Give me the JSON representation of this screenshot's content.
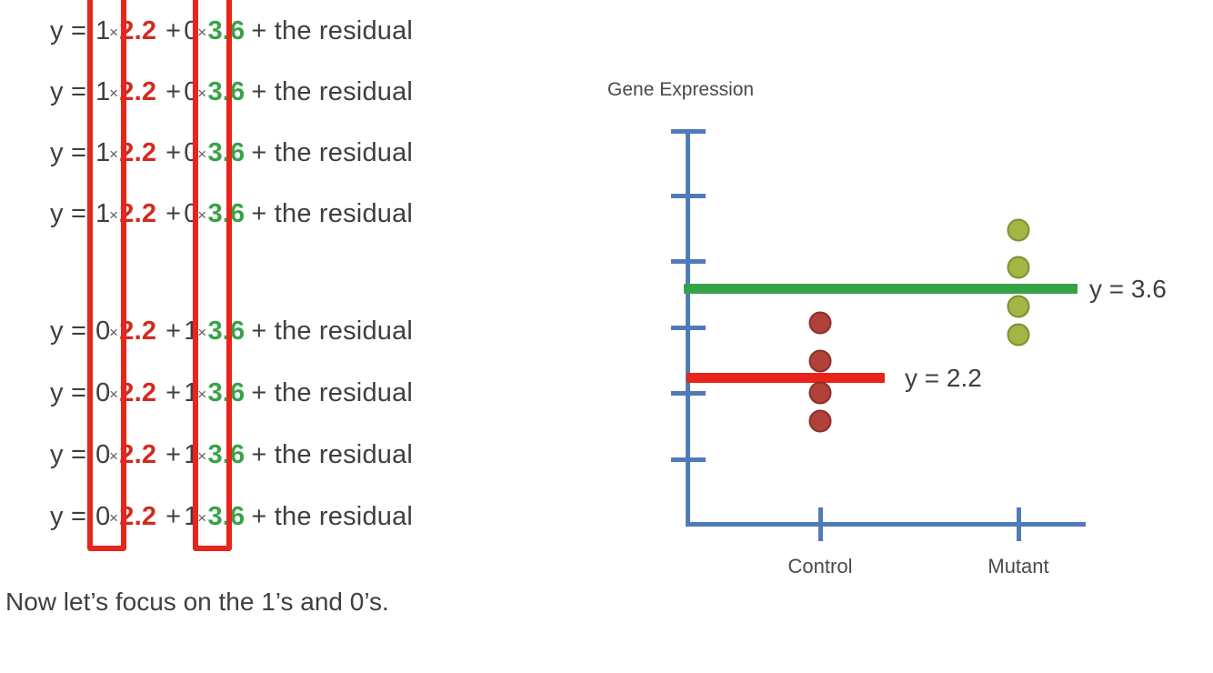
{
  "equations": {
    "lhs": "y =",
    "times": "×",
    "plus": "+",
    "tail": "+ the residual",
    "beta_red": "2.2",
    "beta_green": "3.6",
    "group_control": [
      {
        "coef_red": "1",
        "coef_green": "0"
      },
      {
        "coef_red": "1",
        "coef_green": "0"
      },
      {
        "coef_red": "1",
        "coef_green": "0"
      },
      {
        "coef_red": "1",
        "coef_green": "0"
      }
    ],
    "group_mutant": [
      {
        "coef_red": "0",
        "coef_green": "1"
      },
      {
        "coef_red": "0",
        "coef_green": "1"
      },
      {
        "coef_red": "0",
        "coef_green": "1"
      },
      {
        "coef_red": "0",
        "coef_green": "1"
      }
    ]
  },
  "highlight_boxes": [
    {
      "name": "control-indicator-column-box"
    },
    {
      "name": "mutant-indicator-column-box"
    }
  ],
  "caption": "Now let’s focus on the 1’s and 0’s.",
  "colors": {
    "red_accent": "#d02b1e",
    "green_accent": "#36a348",
    "highlight_box": "#e8241b",
    "axis_blue": "#4f7cb8",
    "control_dot": "#b0413b",
    "mutant_dot": "#a3b643",
    "text": "#3f3f3f"
  },
  "chart_data": {
    "type": "scatter",
    "title": "",
    "ylabel": "Gene Expression",
    "xlabel": "",
    "grid": false,
    "legend": "none",
    "categories": [
      "Control",
      "Mutant"
    ],
    "y_tick_labels": [
      "",
      "",
      "",
      "",
      "",
      ""
    ],
    "y_tick_count": 6,
    "ylim": [
      0,
      6
    ],
    "series": [
      {
        "name": "Control",
        "color": "#b0413b",
        "x": "Control",
        "values": [
          2.9,
          2.35,
          1.9,
          1.5
        ]
      },
      {
        "name": "Mutant",
        "color": "#a3b643",
        "x": "Mutant",
        "values": [
          4.3,
          3.75,
          3.2,
          2.8
        ]
      }
    ],
    "reference_lines": [
      {
        "label": "y = 3.6",
        "value": 3.6,
        "color": "#36a348",
        "name": "mutant-mean-line"
      },
      {
        "label": "y = 2.2",
        "value": 2.2,
        "color": "#e8241b",
        "name": "control-mean-line"
      }
    ]
  }
}
